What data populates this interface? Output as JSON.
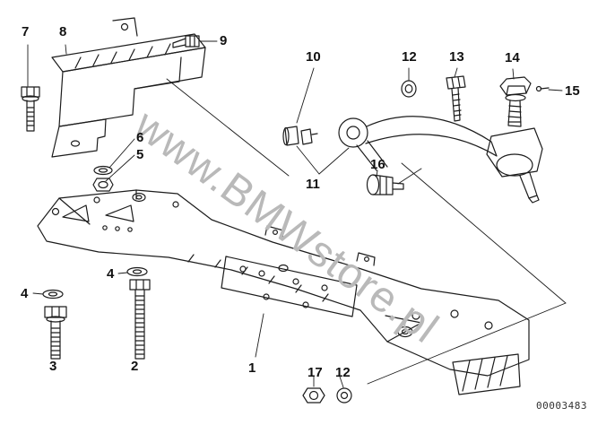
{
  "diagram": {
    "watermark": "www.BMWstore.pl",
    "part_code": "00003483",
    "callouts": [
      {
        "label": "7"
      },
      {
        "label": "8"
      },
      {
        "label": "9"
      },
      {
        "label": "10"
      },
      {
        "label": "12"
      },
      {
        "label": "13"
      },
      {
        "label": "14"
      },
      {
        "label": "15"
      },
      {
        "label": "6"
      },
      {
        "label": "5"
      },
      {
        "label": "16"
      },
      {
        "label": "11"
      },
      {
        "label": "4"
      },
      {
        "label": "4"
      },
      {
        "label": "3"
      },
      {
        "label": "2"
      },
      {
        "label": "1"
      },
      {
        "label": "17"
      },
      {
        "label": "12"
      }
    ]
  }
}
